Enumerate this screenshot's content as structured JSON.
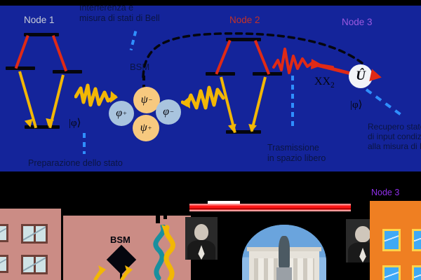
{
  "top_panel": {
    "background_color": "#14249a",
    "labels": {
      "node1": "Node 1",
      "node2": "Node 2",
      "node3": "Node 3",
      "interference": "Interferenza e\nmisura di stati di Bell",
      "bsm": "BSM",
      "preparation": "Preparazione dello stato",
      "transmission": "Trasmissione\nin spazio libero",
      "recovery": "Recupero stato\ndi input condizi\nalla misura di B",
      "xx2": "XX",
      "xx2_sub": "2",
      "ket_phi_left": "|φ⟩",
      "ket_phi_right": "|φ⟩",
      "ket_edge": "⟩",
      "u_operator": "Û"
    },
    "bell_states": [
      {
        "symbol": "φ",
        "sign": "+",
        "color": "#a9c4de"
      },
      {
        "symbol": "ψ",
        "sign": "−",
        "color": "#f7c97f"
      },
      {
        "symbol": "φ",
        "sign": "−",
        "color": "#a9c4de"
      },
      {
        "symbol": "ψ",
        "sign": "+",
        "color": "#f7c97f"
      }
    ],
    "colors": {
      "level_bar": "#05060e",
      "pump_transition": "#e02a16",
      "emission_transition": "#f2b705",
      "callout_dash": "#2f8fff",
      "node1_text": "#c9ced8",
      "node2_text": "#c33127",
      "node3_text": "#9b59e0"
    }
  },
  "bottom_panel": {
    "background_color": "#000000",
    "labels": {
      "bsm": "BSM",
      "node3": "Node 3"
    },
    "colors": {
      "building_left": "#cb8c85",
      "building_right": "#ef7f22",
      "laser_beam": "#ff1717",
      "fiber_yellow": "#f2b705",
      "fiber_teal": "#1a8f9e"
    }
  }
}
